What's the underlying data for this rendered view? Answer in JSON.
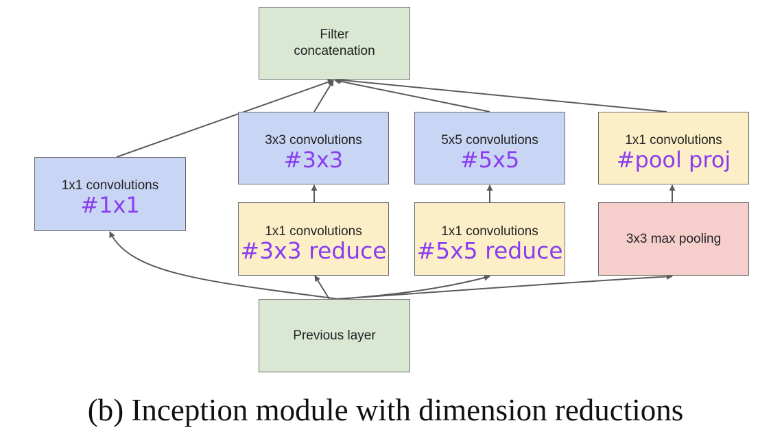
{
  "nodes": {
    "filter_concat": {
      "label_line1": "Filter",
      "label_line2": "concatenation"
    },
    "conv_1x1": {
      "label": "1x1 convolutions",
      "annotation": "#1x1"
    },
    "conv_3x3": {
      "label": "3x3 convolutions",
      "annotation": "#3x3"
    },
    "conv_5x5": {
      "label": "5x5 convolutions",
      "annotation": "#5x5"
    },
    "conv_pool_proj": {
      "label": "1x1 convolutions",
      "annotation": "#pool proj"
    },
    "reduce_3x3": {
      "label": "1x1 convolutions",
      "annotation": "#3x3 reduce"
    },
    "reduce_5x5": {
      "label": "1x1 convolutions",
      "annotation": "#5x5 reduce"
    },
    "max_pooling": {
      "label": "3x3 max pooling"
    },
    "previous_layer": {
      "label": "Previous layer"
    }
  },
  "caption": "(b) Inception module with dimension reductions",
  "colors": {
    "green": "#d9e7d3",
    "blue": "#c9d5f5",
    "yellow": "#fcefc8",
    "red": "#f6cfcd",
    "annotation": "#8a3cf0",
    "arrow": "#5a5a5a"
  }
}
